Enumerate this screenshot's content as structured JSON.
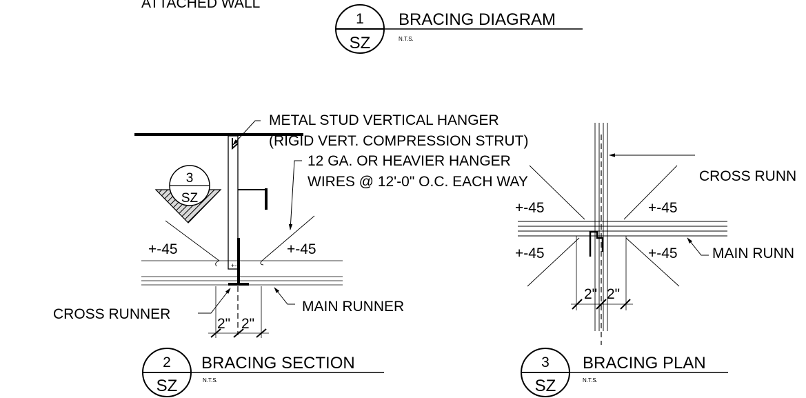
{
  "top_partial_text": "ATTACHED WALL",
  "detail_1": {
    "number": "1",
    "sheet": "SZ",
    "title": "BRACING DIAGRAM",
    "scale": "N.T.S."
  },
  "detail_2": {
    "number": "2",
    "sheet": "SZ",
    "title": "BRACING SECTION",
    "scale": "N.T.S.",
    "callout_hanger_line1": "METAL STUD VERTICAL HANGER",
    "callout_hanger_line2": "(RIGID VERT. COMPRESSION STRUT)",
    "callout_wires_line1": "12 GA. OR HEAVIER HANGER",
    "callout_wires_line2": "WIRES @ 12'-0\" O.C. EACH WAY",
    "angle_left": "+-45",
    "angle_right": "+-45",
    "cross_runner": "CROSS RUNNER",
    "main_runner": "MAIN RUNNER",
    "dim_left": "2\"",
    "dim_right": "2\"",
    "ref_bubble": {
      "number": "3",
      "sheet": "SZ"
    }
  },
  "detail_3": {
    "number": "3",
    "sheet": "SZ",
    "title": "BRACING PLAN",
    "scale": "N.T.S.",
    "cross_runner_partial": "CROSS RUNN",
    "main_runner_partial": "MAIN RUNN",
    "angle_tl": "+-45",
    "angle_tr": "+-45",
    "angle_bl": "+-45",
    "angle_br": "+-45",
    "dim_left": "2\"",
    "dim_right": "2\""
  }
}
